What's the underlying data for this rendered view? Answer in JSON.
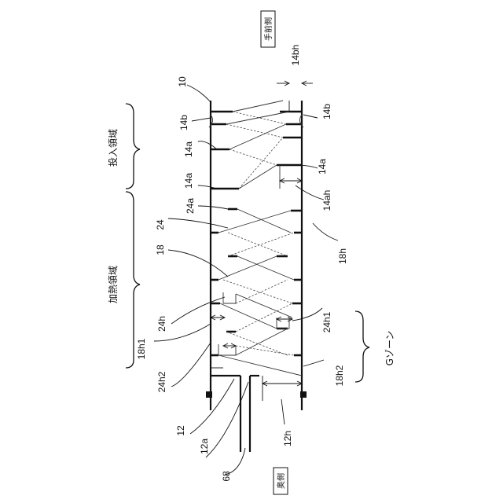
{
  "side_labels": {
    "front": "手前側",
    "back": "奥側"
  },
  "regions": {
    "input": "投入領域",
    "heating": "加熱領域",
    "g_zone": "Gゾーン"
  },
  "refs": {
    "r10": "10",
    "r12": "12",
    "r12a": "12a",
    "r12h": "12h",
    "r68": "68",
    "r14bh": "14bh",
    "r14b_left": "14b",
    "r14b_right": "14b",
    "r14a_1": "14a",
    "r14a_2": "14a",
    "r14a_3": "14a",
    "r14ah": "14ah",
    "r24a": "24a",
    "r24": "24",
    "r18": "18",
    "r18h": "18h",
    "r24h": "24h",
    "r24h1": "24h1",
    "r18h1": "18h1",
    "r24h2": "24h2",
    "r18h2": "18h2"
  }
}
